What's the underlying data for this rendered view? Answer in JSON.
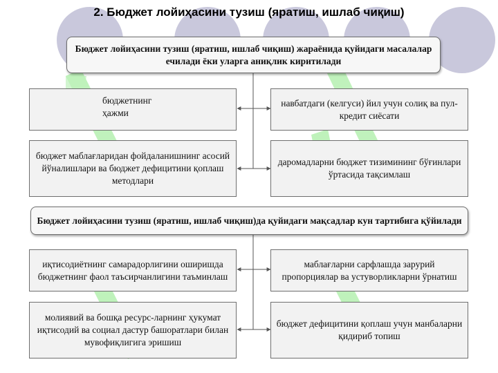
{
  "title": "2. Бюджет лойиҳасини тузиш (яратиш, ишлаб чиқиш)",
  "section1": {
    "header": "Бюджет лойиҳасини тузиш (яратиш, ишлаб чиқиш) жараёнида қуйидаги масалалар ечилади ёки уларга аниқлик киритилади",
    "left_top": "бюджетнинг\nҳажми",
    "right_top": "навбатдаги (келгуси) йил учун солиқ ва пул-кредит сиёсати",
    "left_bottom": "бюджет маблағларидан фойдаланишнинг асосий йўналишлари ва бюджет дефицитини қоплаш методлари",
    "right_bottom": "даромадларни бюджет тизимининг бўғинлари ўртасида тақсимлаш"
  },
  "section2": {
    "header": "Бюджет лойиҳасини тузиш (яратиш, ишлаб чиқиш)да қуйидаги мақсадлар кун тартибига қўйилади",
    "left_top": "иқтисодиётнинг самарадорлигини оширишда бюджетнинг фаол таъсирчанлигини таъминлаш",
    "right_top": "маблағларни сарфлашда зарурий пропорциялар ва устуворликларни ўрнатиш",
    "left_bottom": "молиявий ва бошқа ресурс-ларнинг ҳукумат иқтисодий ва социал дастур башоратлари билан мувофиқлигига эришиш",
    "right_bottom": "бюджет дефицитини қоплаш учун манбаларни қидириб топиш"
  },
  "colors": {
    "circle_fill": "#c9c8dc",
    "watermark_green": "#b5f0b0",
    "box_fill": "#f2f2f2",
    "box_border": "#6e6e6e",
    "connector": "#555555"
  }
}
